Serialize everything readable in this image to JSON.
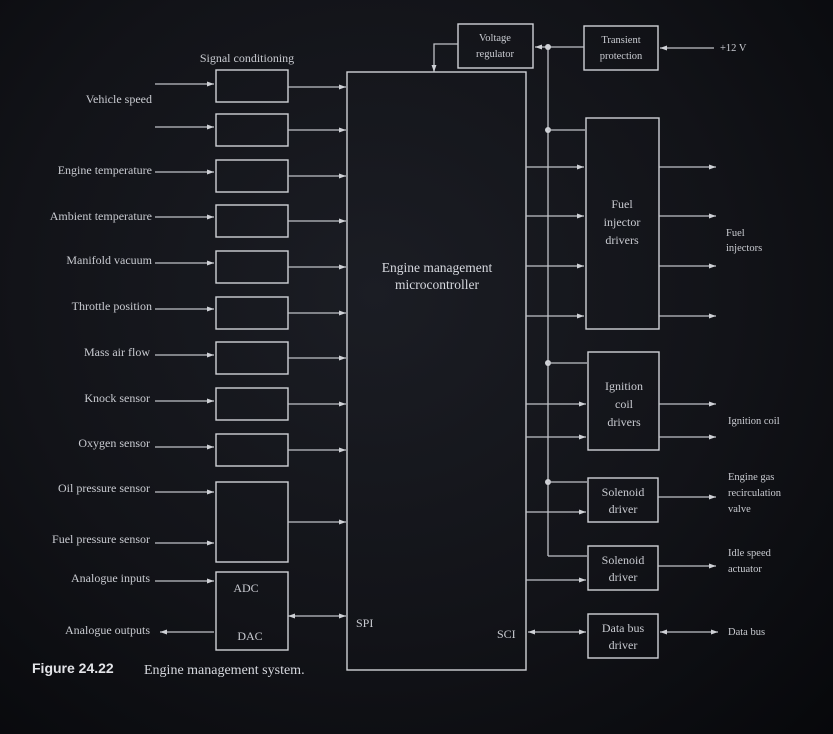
{
  "signal_conditioning_label": "Signal conditioning",
  "inputs": [
    "Vehicle speed",
    "Engine temperature",
    "Ambient temperature",
    "Manifold vacuum",
    "Throttle position",
    "Mass air flow",
    "Knock sensor",
    "Oxygen sensor",
    "Oil pressure sensor",
    "Fuel pressure sensor",
    "Analogue inputs",
    "Analogue outputs"
  ],
  "converters": {
    "adc": "ADC",
    "dac": "DAC"
  },
  "ports": {
    "spi": "SPI",
    "sci": "SCI"
  },
  "microcontroller": {
    "line1": "Engine management",
    "line2": "microcontroller"
  },
  "voltage_regulator": {
    "line1": "Voltage",
    "line2": "regulator"
  },
  "transient_protection": {
    "line1": "Transient",
    "line2": "protection"
  },
  "supply": "+12 V",
  "fuel_injector_drivers": {
    "line1": "Fuel",
    "line2": "injector",
    "line3": "drivers"
  },
  "fuel_injectors": {
    "line1": "Fuel",
    "line2": "injectors"
  },
  "ignition_coil_drivers": {
    "line1": "Ignition",
    "line2": "coil",
    "line3": "drivers"
  },
  "ignition_coil": "Ignition coil",
  "solenoid_driver_1": {
    "line1": "Solenoid",
    "line2": "driver"
  },
  "egr_valve": {
    "line1": "Engine gas",
    "line2": "recirculation",
    "line3": "valve"
  },
  "solenoid_driver_2": {
    "line1": "Solenoid",
    "line2": "driver"
  },
  "idle_actuator": {
    "line1": "Idle speed",
    "line2": "actuator"
  },
  "data_bus_driver": {
    "line1": "Data bus",
    "line2": "driver"
  },
  "data_bus": "Data bus",
  "caption": {
    "figure": "Figure 24.22",
    "text": "Engine management system."
  }
}
